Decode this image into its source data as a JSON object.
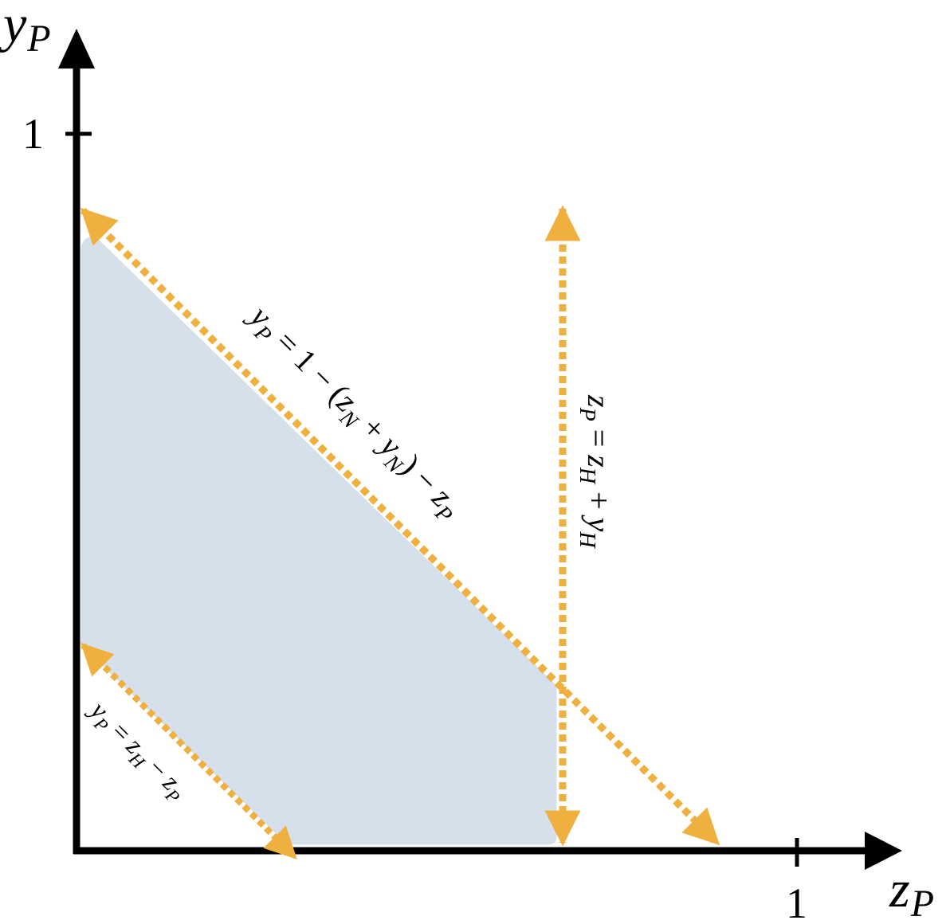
{
  "axes": {
    "x_label": {
      "main": "z",
      "sub": "P"
    },
    "y_label": {
      "main": "y",
      "sub": "P"
    },
    "x_tick": "1",
    "y_tick": "1"
  },
  "lines": {
    "upper_diagonal": {
      "parts": [
        {
          "t": "y",
          "i": true
        },
        {
          "t": "P",
          "i": true,
          "sub": true
        },
        {
          "t": " = 1 − (",
          "i": false
        },
        {
          "t": "z",
          "i": true
        },
        {
          "t": "N",
          "i": true,
          "sub": true
        },
        {
          "t": " + ",
          "i": false
        },
        {
          "t": "y",
          "i": true
        },
        {
          "t": "N",
          "i": true,
          "sub": true
        },
        {
          "t": ") − ",
          "i": false
        },
        {
          "t": "z",
          "i": true
        },
        {
          "t": "P",
          "i": true,
          "sub": true
        }
      ]
    },
    "vertical": {
      "parts": [
        {
          "t": "z",
          "i": true
        },
        {
          "t": "P",
          "i": true,
          "sub": true
        },
        {
          "t": " = ",
          "i": false
        },
        {
          "t": "z",
          "i": true
        },
        {
          "t": "H",
          "i": true,
          "sub": true
        },
        {
          "t": " + ",
          "i": false
        },
        {
          "t": "y",
          "i": true
        },
        {
          "t": "H",
          "i": true,
          "sub": true
        }
      ]
    },
    "lower_diagonal": {
      "parts": [
        {
          "t": "y",
          "i": true
        },
        {
          "t": "P",
          "i": true,
          "sub": true
        },
        {
          "t": " = ",
          "i": false
        },
        {
          "t": "z",
          "i": true
        },
        {
          "t": "H",
          "i": true,
          "sub": true
        },
        {
          "t": " − ",
          "i": false
        },
        {
          "t": "z",
          "i": true
        },
        {
          "t": "P",
          "i": true,
          "sub": true
        }
      ]
    }
  },
  "colors": {
    "axis": "#000000",
    "region_fill": "#d6e0ea",
    "constraint_line": "#f0b040",
    "text": "#000000"
  }
}
